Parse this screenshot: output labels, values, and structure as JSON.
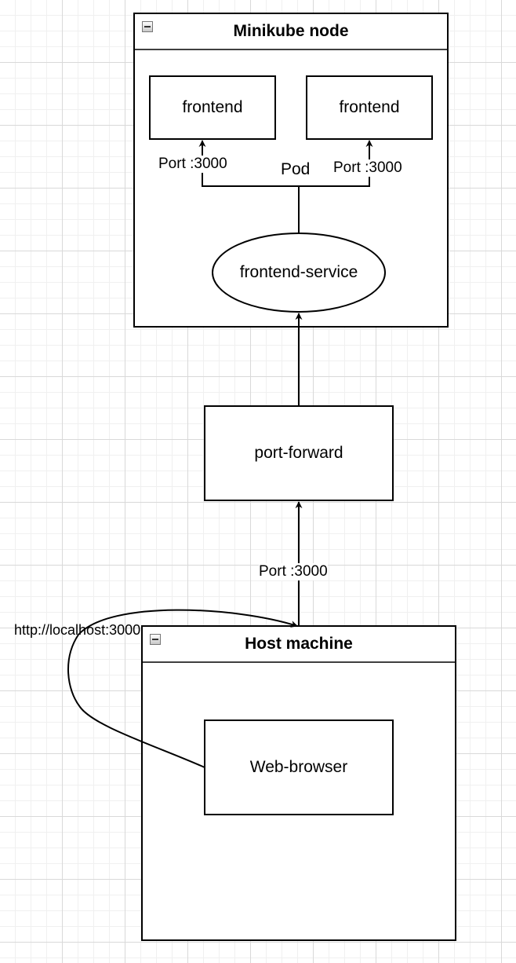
{
  "diagram": {
    "minikube_node": {
      "title": "Minikube node",
      "pods": [
        {
          "label": "frontend",
          "port_label": "Port :3000"
        },
        {
          "label": "frontend",
          "port_label": "Port :3000"
        }
      ],
      "pod_label": "Pod",
      "service_label": "frontend-service"
    },
    "port_forward": {
      "label": "port-forward"
    },
    "port_label": "Port :3000",
    "url_label": "http://localhost:3000",
    "host_machine": {
      "title": "Host machine",
      "browser_label": "Web-browser"
    }
  }
}
